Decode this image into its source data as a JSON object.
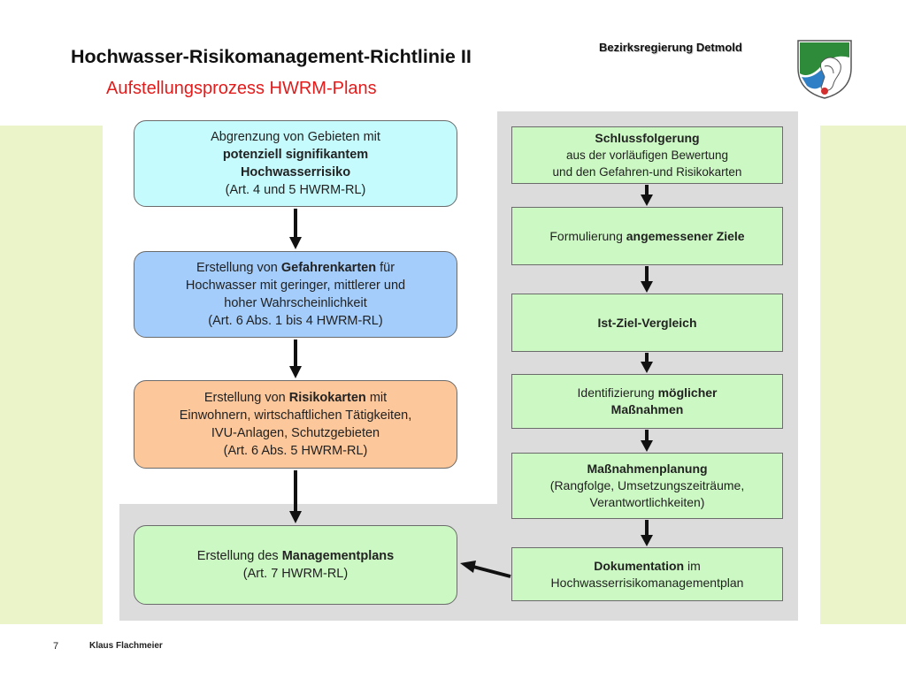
{
  "header": {
    "title": "Hochwasser-Risikomanagement-Richtlinie II",
    "subtitle": "Aufstellungsprozess HWRM-Plans",
    "organization": "Bezirksregierung Detmold",
    "crest_icon": "nrw-crest-icon"
  },
  "colors": {
    "box_cyan": "#c6fbfd",
    "box_blue": "#a4cdfb",
    "box_orange": "#fcc79a",
    "box_green": "#ccf9c3",
    "subtitle_red": "#e31b1b",
    "gray_panel": "#dcdcdc",
    "side_band": "#ebf3c9"
  },
  "left_flow": {
    "box1": {
      "line1": "Abgrenzung von Gebieten mit",
      "line2": "potenziell signifikantem",
      "line3": "Hochwasserrisiko",
      "line4": "(Art. 4 und 5 HWRM-RL)"
    },
    "box2": {
      "line1_pre": "Erstellung von ",
      "line1_bold": "Gefahrenkarten",
      "line1_post": " für",
      "line2": "Hochwasser mit geringer, mittlerer und",
      "line3": "hoher Wahrscheinlichkeit",
      "line4": "(Art. 6 Abs. 1 bis 4 HWRM-RL)"
    },
    "box3": {
      "line1_pre": "Erstellung von ",
      "line1_bold": "Risikokarten",
      "line1_post": " mit",
      "line2": "Einwohnern, wirtschaftlichen Tätigkeiten,",
      "line3": "IVU-Anlagen, Schutzgebieten",
      "line4": "(Art. 6 Abs. 5 HWRM-RL)"
    },
    "box4": {
      "line1_pre": "Erstellung des ",
      "line1_bold": "Managementplans",
      "line2": "(Art. 7 HWRM-RL)"
    }
  },
  "right_flow": {
    "step1": {
      "title": "Schlussfolgerung",
      "line2": "aus der vorläufigen Bewertung",
      "line3": "und den Gefahren-und Risikokarten"
    },
    "step2": {
      "pre": "Formulierung ",
      "bold": "angemessener Ziele"
    },
    "step3": {
      "bold": "Ist-Ziel-Vergleich"
    },
    "step4": {
      "pre": "Identifizierung ",
      "bold": "möglicher",
      "line2": "Maßnahmen"
    },
    "step5": {
      "title": "Maßnahmenplanung",
      "line2": "(Rangfolge, Umsetzungszeiträume,",
      "line3": "Verantwortlichkeiten)"
    },
    "step6": {
      "bold": "Dokumentation",
      "post": " im",
      "line2": "Hochwasserrisikomanagementplan"
    }
  },
  "footer": {
    "page_number": "7",
    "author": "Klaus Flachmeier"
  }
}
